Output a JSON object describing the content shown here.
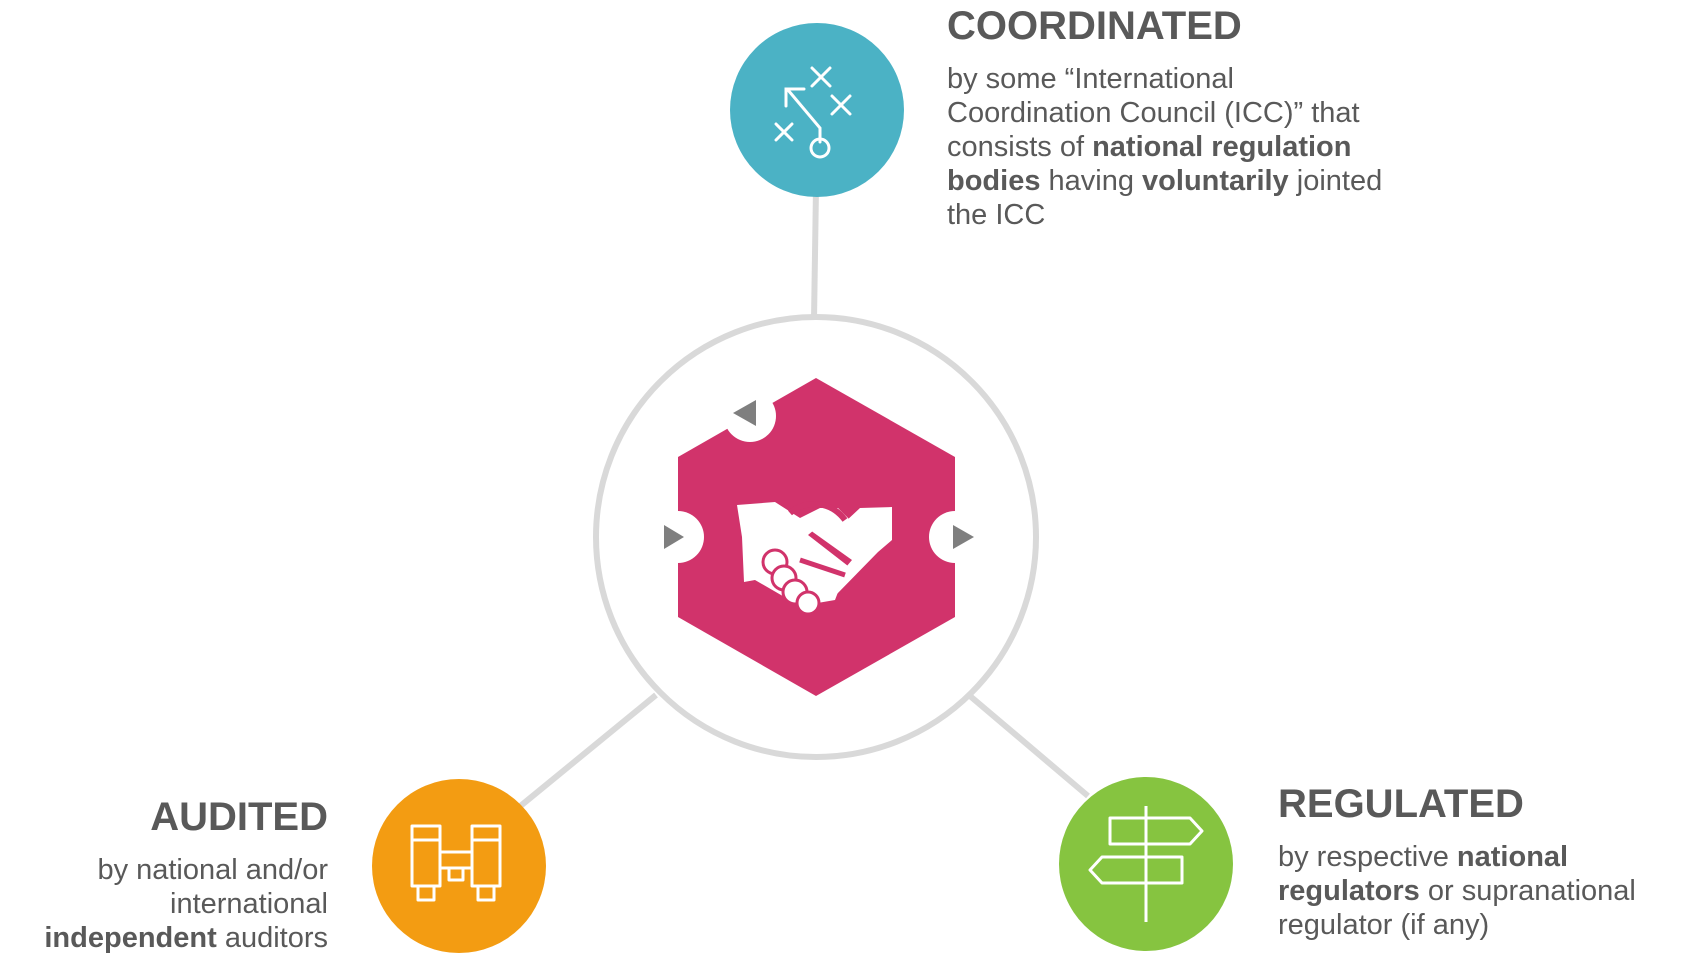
{
  "colors": {
    "connector": "#d9d9d9",
    "center_hexagon": "#d1336b",
    "coordinated_circle": "#4bb2c5",
    "audited_circle": "#f39c12",
    "regulated_circle": "#86c440",
    "arrow": "#7f7f7f",
    "text": "#595959"
  },
  "center": {
    "icon": "handshake-icon"
  },
  "nodes": {
    "coordinated": {
      "icon": "strategy-play-icon",
      "title": "COORDINATED",
      "desc": [
        {
          "t": "by some “International Coordination Council (ICC)” that consists of "
        },
        {
          "t": "national regulation bodies",
          "b": true
        },
        {
          "t": " having "
        },
        {
          "t": "voluntarily",
          "b": true
        },
        {
          "t": " jointed the ICC"
        }
      ]
    },
    "audited": {
      "icon": "binoculars-icon",
      "title": "AUDITED",
      "desc": [
        {
          "t": "by national and/or international "
        },
        {
          "t": "independent",
          "b": true
        },
        {
          "t": " auditors"
        }
      ]
    },
    "regulated": {
      "icon": "signpost-icon",
      "title": "REGULATED",
      "desc": [
        {
          "t": "by respective "
        },
        {
          "t": "national regulators",
          "b": true
        },
        {
          "t": " or supranational regulator (if any)"
        }
      ]
    }
  }
}
